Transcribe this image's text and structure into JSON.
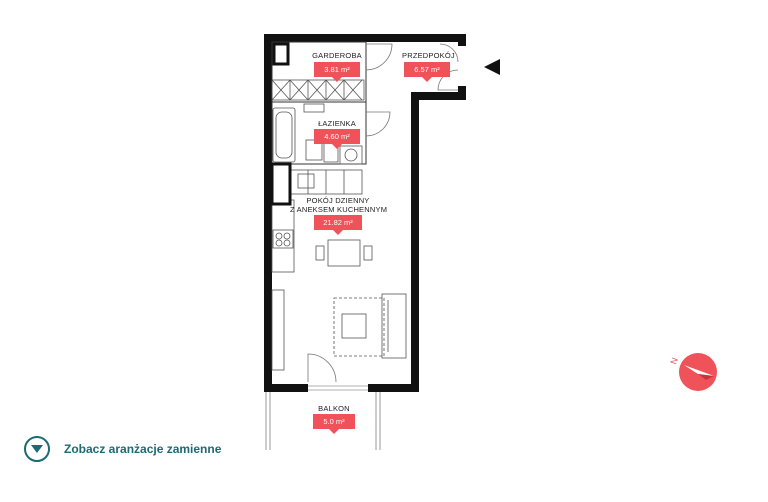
{
  "rooms": [
    {
      "name": "GARDEROBA",
      "area": "3.81 m²"
    },
    {
      "name": "PRZEDPOKÓJ",
      "area": "6.57 m²"
    },
    {
      "name": "ŁAZIENKA",
      "area": "4.60 m²"
    },
    {
      "name": "POKÓJ DZIENNY",
      "name2": "Z ANEKSEM KUCHENNYM",
      "area": "21.82 m²"
    },
    {
      "name": "BALKON",
      "area": "5.0 m²"
    }
  ],
  "alternatives_link": {
    "label": "Zobacz aranżacje zamienne",
    "icon": "chevron-down-icon"
  },
  "entrance_marker": {
    "icon": "entrance-arrow-icon"
  },
  "compass": {
    "label": "N",
    "icon": "compass-icon"
  },
  "colors": {
    "accent": "#f0525a",
    "wall": "#111111",
    "link": "#1a6b73"
  }
}
